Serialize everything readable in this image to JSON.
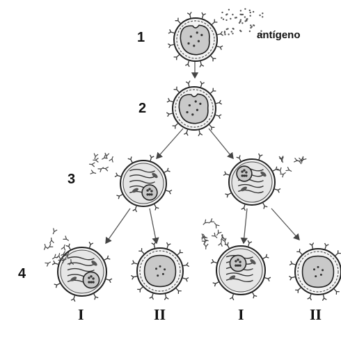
{
  "labels": {
    "step_1": "1",
    "step_2": "2",
    "step_3": "3",
    "step_4": "4",
    "antigen": "antígeno",
    "roman_1a": "I",
    "roman_2a": "II",
    "roman_1b": "I",
    "roman_2b": "II"
  }
}
